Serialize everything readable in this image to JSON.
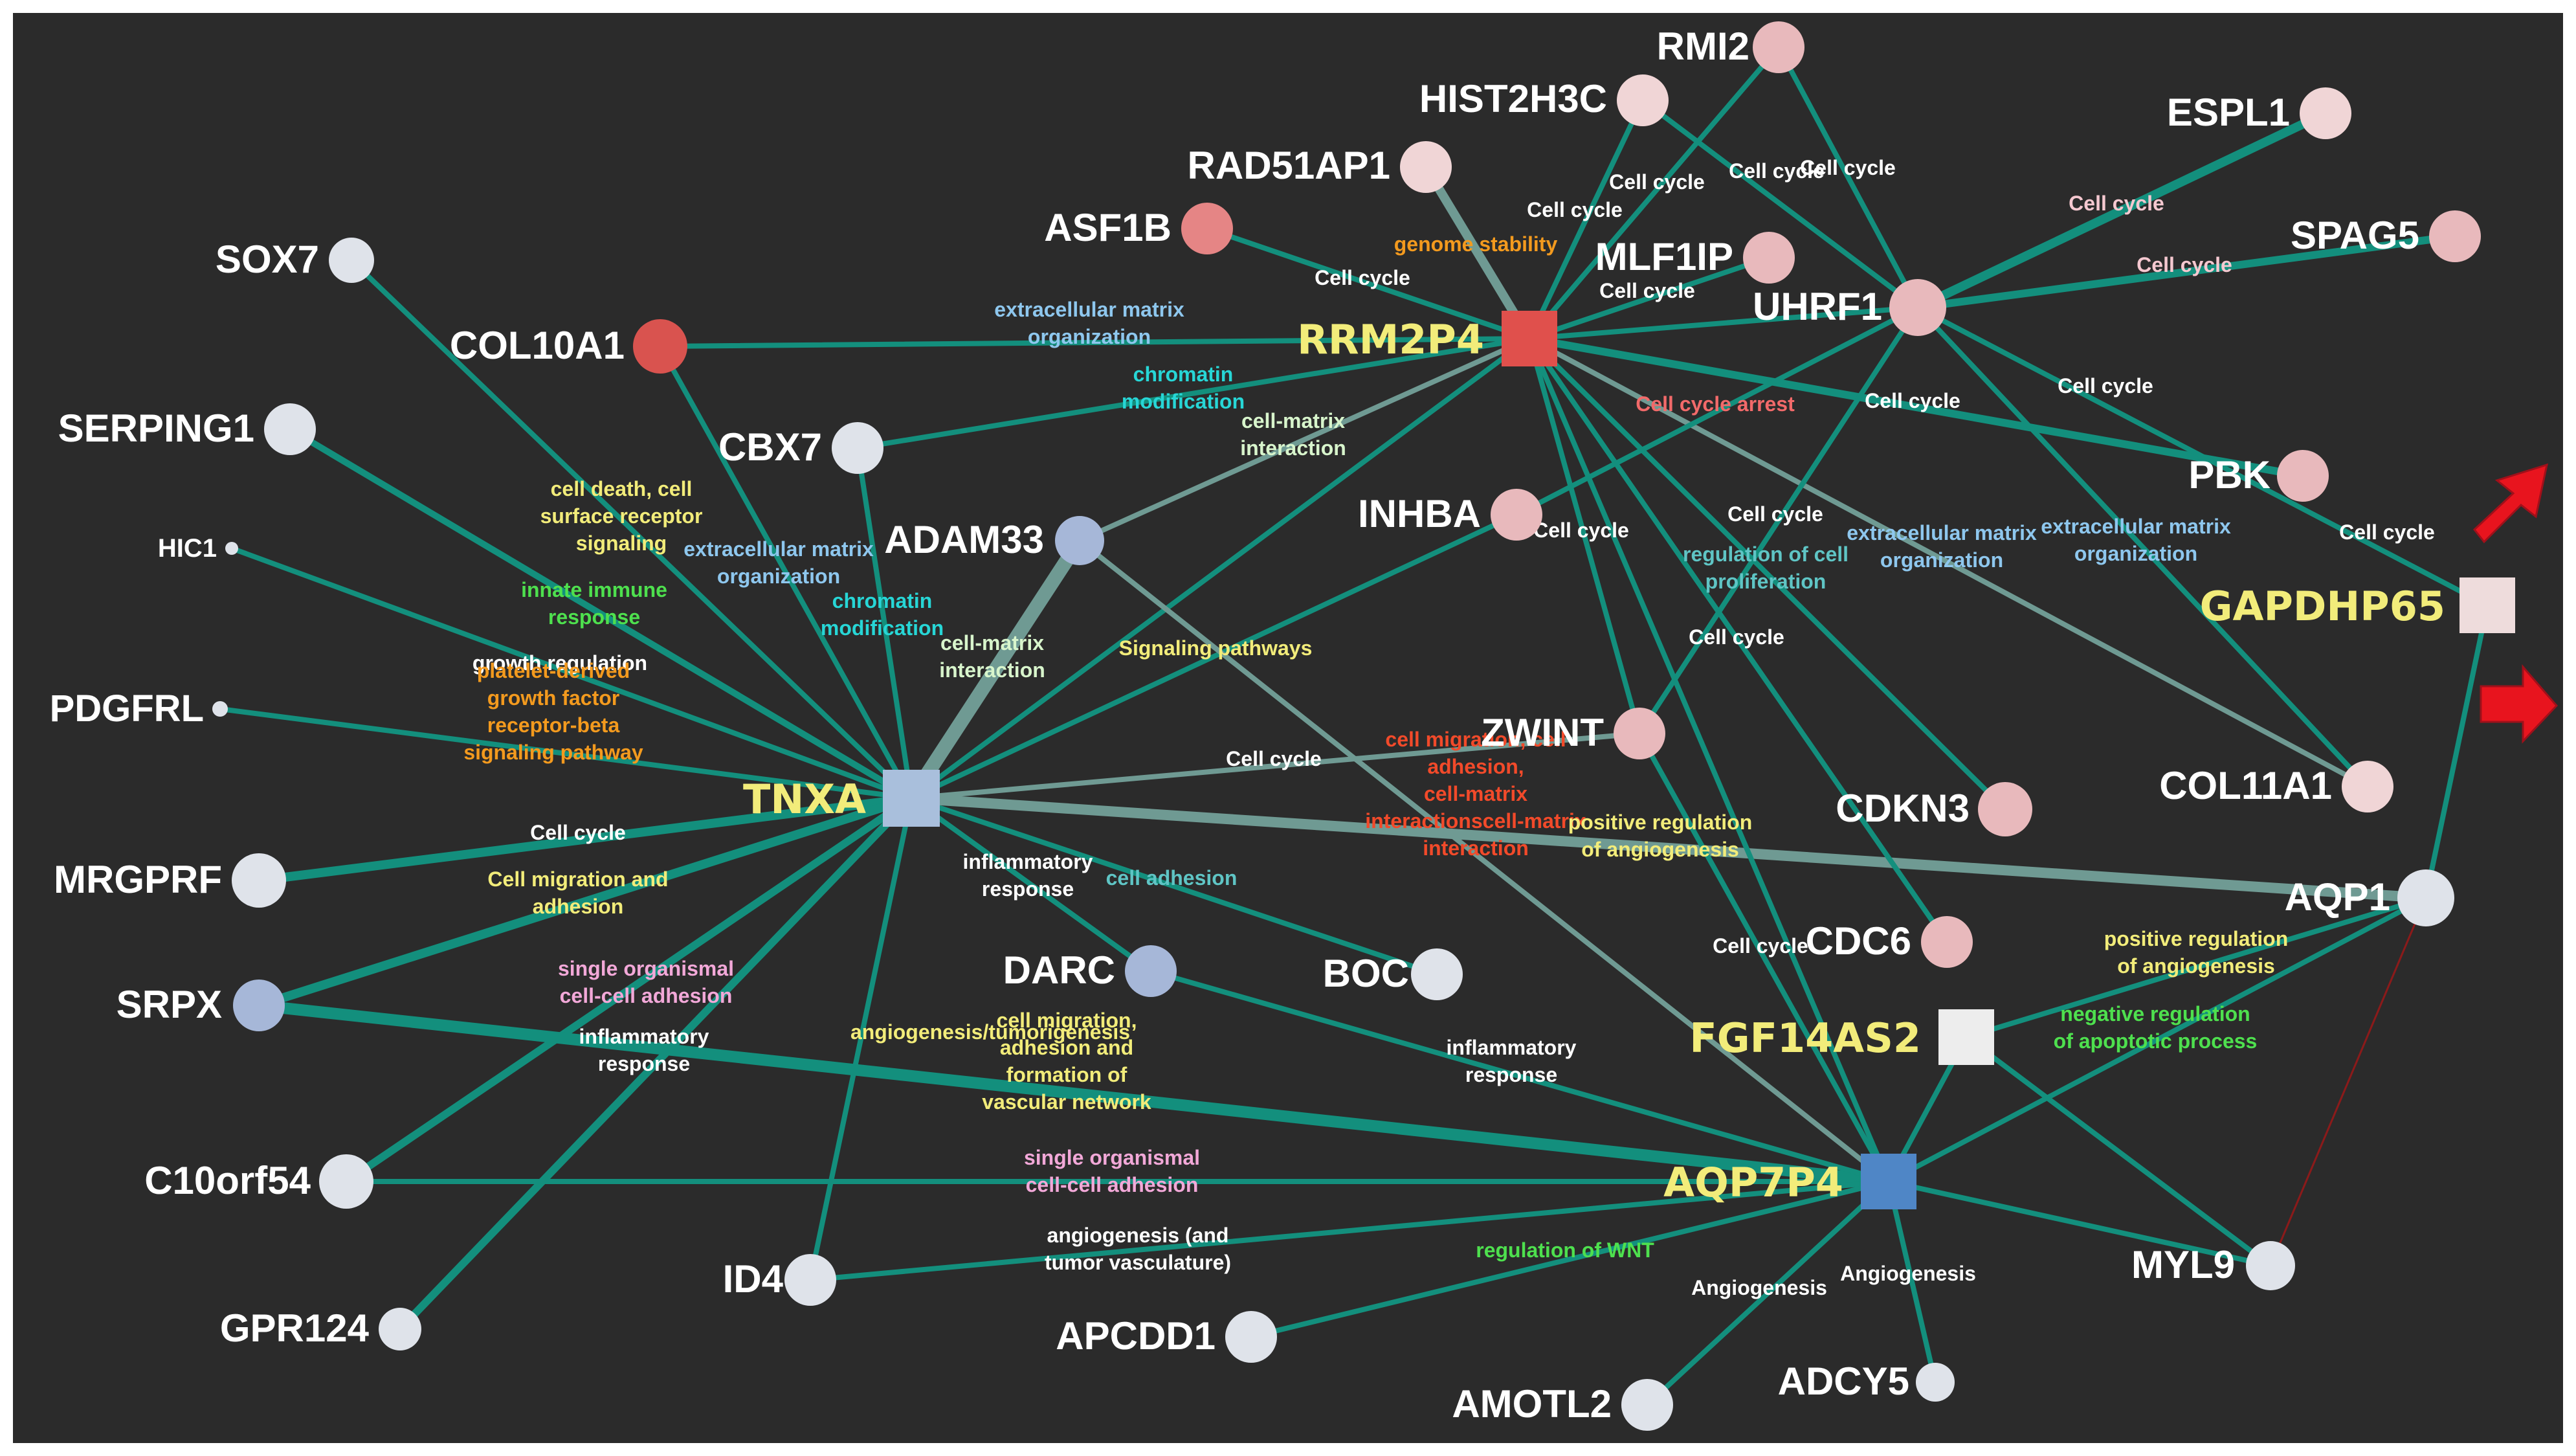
{
  "colors": {
    "background": "#2b2b2b",
    "frame": "#ffffff",
    "edge_teal": "#138f7d",
    "edge_gray": "#6f9a93",
    "edge_red": "#8b1a1a",
    "node_light": "#dfe3ea",
    "node_pink": "#e8b9bc",
    "node_pink_light": "#f0d5d6",
    "node_salmon": "#e58585",
    "node_red": "#d9534f",
    "node_blue": "#a6b7d8",
    "hub_red": "#e0504c",
    "hub_blue": "#4f86c6",
    "hub_light_blue": "#a9bfdc",
    "hub_pale": "#eedcdc",
    "hub_white": "#ededed",
    "arrow_red": "#e8141e",
    "label_white": "#ffffff",
    "label_yellow": "#f2ec7a",
    "label_orange": "#f39a1e",
    "label_blue": "#8ec7ee",
    "label_cyan": "#27d6d6",
    "label_green": "#4ee04e",
    "label_red": "#f24a2a",
    "label_pink": "#f2a8d8",
    "label_mint": "#d8f5cc",
    "label_salmon": "#f26a6a",
    "label_pale_pink": "#f5c8d0",
    "label_teal": "#5fc5c5"
  },
  "nodes": [
    {
      "id": "TNXA",
      "label": "TNXA",
      "shape": "square",
      "color": "hub_light_blue",
      "hub": true
    },
    {
      "id": "RRM2P4",
      "label": "RRM2P4",
      "shape": "square",
      "color": "hub_red",
      "hub": true
    },
    {
      "id": "AQP7P4",
      "label": "AQP7P4",
      "shape": "square",
      "color": "hub_blue",
      "hub": true
    },
    {
      "id": "FGF14AS2",
      "label": "FGF14AS2",
      "shape": "square",
      "color": "hub_white",
      "hub": true
    },
    {
      "id": "GAPDHP65",
      "label": "GAPDHP65",
      "shape": "square",
      "color": "hub_pale",
      "hub": true
    },
    {
      "id": "RMI2",
      "label": "RMI2",
      "shape": "circle",
      "color": "node_pink"
    },
    {
      "id": "HIST2H3C",
      "label": "HIST2H3C",
      "shape": "circle",
      "color": "node_pink_light"
    },
    {
      "id": "RAD51AP1",
      "label": "RAD51AP1",
      "shape": "circle",
      "color": "node_pink_light"
    },
    {
      "id": "ASF1B",
      "label": "ASF1B",
      "shape": "circle",
      "color": "node_salmon"
    },
    {
      "id": "MLF1IP",
      "label": "MLF1IP",
      "shape": "circle",
      "color": "node_pink"
    },
    {
      "id": "UHRF1",
      "label": "UHRF1",
      "shape": "circle",
      "color": "node_pink"
    },
    {
      "id": "ESPL1",
      "label": "ESPL1",
      "shape": "circle",
      "color": "node_pink_light"
    },
    {
      "id": "SPAG5",
      "label": "SPAG5",
      "shape": "circle",
      "color": "node_pink"
    },
    {
      "id": "PBK",
      "label": "PBK",
      "shape": "circle",
      "color": "node_pink"
    },
    {
      "id": "SOX7",
      "label": "SOX7",
      "shape": "circle",
      "color": "node_light"
    },
    {
      "id": "COL10A1",
      "label": "COL10A1",
      "shape": "circle",
      "color": "node_red"
    },
    {
      "id": "SERPING1",
      "label": "SERPING1",
      "shape": "circle",
      "color": "node_light"
    },
    {
      "id": "CBX7",
      "label": "CBX7",
      "shape": "circle",
      "color": "node_light"
    },
    {
      "id": "HIC1",
      "label": "HIC1",
      "shape": "circle",
      "color": "node_light"
    },
    {
      "id": "ADAM33",
      "label": "ADAM33",
      "shape": "circle",
      "color": "node_blue"
    },
    {
      "id": "INHBA",
      "label": "INHBA",
      "shape": "circle",
      "color": "node_pink"
    },
    {
      "id": "PDGFRL",
      "label": "PDGFRL",
      "shape": "circle",
      "color": "node_light"
    },
    {
      "id": "ZWINT",
      "label": "ZWINT",
      "shape": "circle",
      "color": "node_pink"
    },
    {
      "id": "CDKN3",
      "label": "CDKN3",
      "shape": "circle",
      "color": "node_pink"
    },
    {
      "id": "COL11A1",
      "label": "COL11A1",
      "shape": "circle",
      "color": "node_pink_light"
    },
    {
      "id": "MRGPRF",
      "label": "MRGPRF",
      "shape": "circle",
      "color": "node_light"
    },
    {
      "id": "AQP1",
      "label": "AQP1",
      "shape": "circle",
      "color": "node_light"
    },
    {
      "id": "SRPX",
      "label": "SRPX",
      "shape": "circle",
      "color": "node_blue"
    },
    {
      "id": "DARC",
      "label": "DARC",
      "shape": "circle",
      "color": "node_blue"
    },
    {
      "id": "BOC",
      "label": "BOC",
      "shape": "circle",
      "color": "node_light"
    },
    {
      "id": "CDC6",
      "label": "CDC6",
      "shape": "circle",
      "color": "node_pink"
    },
    {
      "id": "C10orf54",
      "label": "C10orf54",
      "shape": "circle",
      "color": "node_light"
    },
    {
      "id": "MYL9",
      "label": "MYL9",
      "shape": "circle",
      "color": "node_light"
    },
    {
      "id": "ID4",
      "label": "ID4",
      "shape": "circle",
      "color": "node_light"
    },
    {
      "id": "GPR124",
      "label": "GPR124",
      "shape": "circle",
      "color": "node_light"
    },
    {
      "id": "APCDD1",
      "label": "APCDD1",
      "shape": "circle",
      "color": "node_light"
    },
    {
      "id": "AMOTL2",
      "label": "AMOTL2",
      "shape": "circle",
      "color": "node_light"
    },
    {
      "id": "ADCY5",
      "label": "ADCY5",
      "shape": "circle",
      "color": "node_light"
    }
  ],
  "edges": [
    {
      "source": "TNXA",
      "target": "SOX7",
      "color": "edge_teal"
    },
    {
      "source": "TNXA",
      "target": "COL10A1",
      "color": "edge_teal"
    },
    {
      "source": "TNXA",
      "target": "SERPING1",
      "color": "edge_teal"
    },
    {
      "source": "TNXA",
      "target": "HIC1",
      "color": "edge_teal"
    },
    {
      "source": "TNXA",
      "target": "PDGFRL",
      "color": "edge_teal"
    },
    {
      "source": "TNXA",
      "target": "MRGPRF",
      "color": "edge_teal"
    },
    {
      "source": "TNXA",
      "target": "SRPX",
      "color": "edge_teal"
    },
    {
      "source": "TNXA",
      "target": "C10orf54",
      "color": "edge_teal"
    },
    {
      "source": "TNXA",
      "target": "GPR124",
      "color": "edge_teal"
    },
    {
      "source": "TNXA",
      "target": "ID4",
      "color": "edge_teal"
    },
    {
      "source": "TNXA",
      "target": "CBX7",
      "color": "edge_teal"
    },
    {
      "source": "TNXA",
      "target": "ADAM33",
      "color": "edge_gray"
    },
    {
      "source": "TNXA",
      "target": "RRM2P4",
      "color": "edge_teal"
    },
    {
      "source": "TNXA",
      "target": "DARC",
      "color": "edge_teal"
    },
    {
      "source": "TNXA",
      "target": "BOC",
      "color": "edge_teal"
    },
    {
      "source": "TNXA",
      "target": "ZWINT",
      "color": "edge_gray"
    },
    {
      "source": "TNXA",
      "target": "AQP1",
      "color": "edge_gray"
    },
    {
      "source": "TNXA",
      "target": "INHBA",
      "color": "edge_teal"
    },
    {
      "source": "RRM2P4",
      "target": "COL10A1",
      "color": "edge_teal"
    },
    {
      "source": "RRM2P4",
      "target": "CBX7",
      "color": "edge_teal"
    },
    {
      "source": "RRM2P4",
      "target": "RMI2",
      "color": "edge_teal"
    },
    {
      "source": "RRM2P4",
      "target": "HIST2H3C",
      "color": "edge_teal"
    },
    {
      "source": "RRM2P4",
      "target": "RAD51AP1",
      "color": "edge_gray"
    },
    {
      "source": "RRM2P4",
      "target": "ASF1B",
      "color": "edge_teal"
    },
    {
      "source": "RRM2P4",
      "target": "MLF1IP",
      "color": "edge_teal"
    },
    {
      "source": "RRM2P4",
      "target": "UHRF1",
      "color": "edge_teal"
    },
    {
      "source": "RRM2P4",
      "target": "PBK",
      "color": "edge_teal"
    },
    {
      "source": "RRM2P4",
      "target": "ZWINT",
      "color": "edge_teal"
    },
    {
      "source": "RRM2P4",
      "target": "CDKN3",
      "color": "edge_teal"
    },
    {
      "source": "RRM2P4",
      "target": "CDC6",
      "color": "edge_teal"
    },
    {
      "source": "RRM2P4",
      "target": "COL11A1",
      "color": "edge_gray"
    },
    {
      "source": "RRM2P4",
      "target": "AQP7P4",
      "color": "edge_teal"
    },
    {
      "source": "UHRF1",
      "target": "RMI2",
      "color": "edge_teal"
    },
    {
      "source": "UHRF1",
      "target": "HIST2H3C",
      "color": "edge_teal"
    },
    {
      "source": "UHRF1",
      "target": "ESPL1",
      "color": "edge_teal"
    },
    {
      "source": "UHRF1",
      "target": "SPAG5",
      "color": "edge_teal"
    },
    {
      "source": "UHRF1",
      "target": "INHBA",
      "color": "edge_teal"
    },
    {
      "source": "UHRF1",
      "target": "ZWINT",
      "color": "edge_teal"
    },
    {
      "source": "UHRF1",
      "target": "COL11A1",
      "color": "edge_teal"
    },
    {
      "source": "UHRF1",
      "target": "GAPDHP65",
      "color": "edge_teal"
    },
    {
      "source": "ADAM33",
      "target": "RRM2P4",
      "color": "edge_gray"
    },
    {
      "source": "ADAM33",
      "target": "AQP7P4",
      "color": "edge_gray"
    },
    {
      "source": "SRPX",
      "target": "AQP7P4",
      "color": "edge_teal"
    },
    {
      "source": "C10orf54",
      "target": "AQP7P4",
      "color": "edge_teal"
    },
    {
      "source": "DARC",
      "target": "AQP7P4",
      "color": "edge_teal"
    },
    {
      "source": "ID4",
      "target": "AQP7P4",
      "color": "edge_teal"
    },
    {
      "source": "APCDD1",
      "target": "AQP7P4",
      "color": "edge_teal"
    },
    {
      "source": "AMOTL2",
      "target": "AQP7P4",
      "color": "edge_teal"
    },
    {
      "source": "ADCY5",
      "target": "AQP7P4",
      "color": "edge_teal"
    },
    {
      "source": "MYL9",
      "target": "AQP7P4",
      "color": "edge_teal"
    },
    {
      "source": "ZWINT",
      "target": "AQP7P4",
      "color": "edge_teal"
    },
    {
      "source": "AQP1",
      "target": "AQP7P4",
      "color": "edge_teal"
    },
    {
      "source": "FGF14AS2",
      "target": "AQP7P4",
      "color": "edge_teal"
    },
    {
      "source": "FGF14AS2",
      "target": "AQP1",
      "color": "edge_teal"
    },
    {
      "source": "FGF14AS2",
      "target": "MYL9",
      "color": "edge_teal"
    },
    {
      "source": "GAPDHP65",
      "target": "AQP1",
      "color": "edge_teal"
    },
    {
      "source": "MYL9",
      "target": "AQP1",
      "color": "edge_red"
    }
  ],
  "edge_labels": [
    {
      "lines": [
        "Cell cycle"
      ],
      "color": "label_white"
    },
    {
      "lines": [
        "Cell cycle"
      ],
      "color": "label_white"
    },
    {
      "lines": [
        "Cell cycle"
      ],
      "color": "label_white"
    },
    {
      "lines": [
        "Cell cycle"
      ],
      "color": "label_white"
    },
    {
      "lines": [
        "genome stability"
      ],
      "color": "label_orange"
    },
    {
      "lines": [
        "Cell cycle"
      ],
      "color": "label_white"
    },
    {
      "lines": [
        "Cell cycle"
      ],
      "color": "label_white"
    },
    {
      "lines": [
        "Cell cycle"
      ],
      "color": "label_pale_pink"
    },
    {
      "lines": [
        "Cell cycle"
      ],
      "color": "label_pale_pink"
    },
    {
      "lines": [
        "extracellular matrix",
        "organization"
      ],
      "color": "label_blue"
    },
    {
      "lines": [
        "chromatin",
        "modification"
      ],
      "color": "label_cyan"
    },
    {
      "lines": [
        "cell-matrix",
        "interaction"
      ],
      "color": "label_mint"
    },
    {
      "lines": [
        "Cell cycle arrest"
      ],
      "color": "label_salmon"
    },
    {
      "lines": [
        "Cell cycle"
      ],
      "color": "label_white"
    },
    {
      "lines": [
        "Cell cycle"
      ],
      "color": "label_white"
    },
    {
      "lines": [
        "Cell cycle"
      ],
      "color": "label_white"
    },
    {
      "lines": [
        "cell death, cell",
        "surface receptor",
        "signaling"
      ],
      "color": "label_yellow"
    },
    {
      "lines": [
        "extracellular matrix",
        "organization"
      ],
      "color": "label_blue"
    },
    {
      "lines": [
        "Cell cycle"
      ],
      "color": "label_white"
    },
    {
      "lines": [
        "regulation of cell",
        "proliferation"
      ],
      "color": "label_teal"
    },
    {
      "lines": [
        "extracellular matrix",
        "organization"
      ],
      "color": "label_blue"
    },
    {
      "lines": [
        "extracellular matrix",
        "organization"
      ],
      "color": "label_blue"
    },
    {
      "lines": [
        "Cell cycle"
      ],
      "color": "label_white"
    },
    {
      "lines": [
        "innate immune",
        "response"
      ],
      "color": "label_green"
    },
    {
      "lines": [
        "chromatin",
        "modification"
      ],
      "color": "label_cyan"
    },
    {
      "lines": [
        "cell-matrix",
        "interaction"
      ],
      "color": "label_mint"
    },
    {
      "lines": [
        "Signaling pathways"
      ],
      "color": "label_yellow"
    },
    {
      "lines": [
        "Cell cycle"
      ],
      "color": "label_white"
    },
    {
      "lines": [
        "growth regulation"
      ],
      "color": "label_white"
    },
    {
      "lines": [
        "platelet-derived",
        "growth factor",
        "receptor-beta",
        "signaling pathway"
      ],
      "color": "label_orange"
    },
    {
      "lines": [
        "Cell cycle"
      ],
      "color": "label_white"
    },
    {
      "lines": [
        "cell migration, cell",
        "adhesion,",
        "cell-matrix",
        "interactionscell-matrix",
        "interaction"
      ],
      "color": "label_red"
    },
    {
      "lines": [
        "positive regulation",
        "of angiogenesis"
      ],
      "color": "label_yellow"
    },
    {
      "lines": [
        "Cell cycle"
      ],
      "color": "label_white"
    },
    {
      "lines": [
        "Cell migration and",
        "adhesion"
      ],
      "color": "label_yellow"
    },
    {
      "lines": [
        "inflammatory",
        "response"
      ],
      "color": "label_white"
    },
    {
      "lines": [
        "cell adhesion"
      ],
      "color": "label_teal"
    },
    {
      "lines": [
        "Cell cycle"
      ],
      "color": "label_white"
    },
    {
      "lines": [
        "positive regulation",
        "of angiogenesis"
      ],
      "color": "label_yellow"
    },
    {
      "lines": [
        "single organismal",
        "cell-cell adhesion"
      ],
      "color": "label_pink"
    },
    {
      "lines": [
        "angiogenesis/tumorigenesis"
      ],
      "color": "label_yellow"
    },
    {
      "lines": [
        "inflammatory",
        "response"
      ],
      "color": "label_white"
    },
    {
      "lines": [
        "cell migration,",
        "adhesion and",
        "formation of",
        "vascular network"
      ],
      "color": "label_yellow"
    },
    {
      "lines": [
        "negative regulation",
        "of apoptotic process"
      ],
      "color": "label_green"
    },
    {
      "lines": [
        "inflammatory",
        "response"
      ],
      "color": "label_white"
    },
    {
      "lines": [
        "single organismal",
        "cell-cell adhesion"
      ],
      "color": "label_pink"
    },
    {
      "lines": [
        "angiogenesis (and",
        "tumor vasculature)"
      ],
      "color": "label_white"
    },
    {
      "lines": [
        "regulation of WNT"
      ],
      "color": "label_green"
    },
    {
      "lines": [
        "Angiogenesis"
      ],
      "color": "label_white"
    },
    {
      "lines": [
        "Angiogenesis"
      ],
      "color": "label_white"
    }
  ],
  "markers": [
    {
      "name": "red-arrow-upper",
      "color": "arrow_red",
      "direction": "up-right"
    },
    {
      "name": "red-arrow-lower",
      "color": "arrow_red",
      "direction": "right"
    }
  ]
}
